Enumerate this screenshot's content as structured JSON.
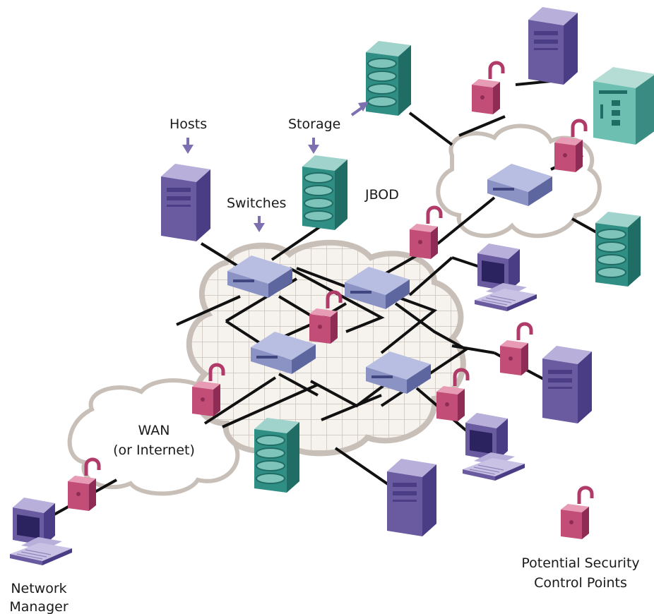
{
  "labels": {
    "hosts": "Hosts",
    "storage": "Storage",
    "switches": "Switches",
    "jbod": "JBOD",
    "wan_line1": "WAN",
    "wan_line2": "(or Internet)",
    "network_manager_line1": "Network",
    "network_manager_line2": "Manager",
    "legend_line1": "Potential Security",
    "legend_line2": "Control Points"
  },
  "colors": {
    "server_purple": "#6a5aa0",
    "storage_teal": "#2f8f84",
    "switch_blue": "#8b92c4",
    "lock_pink": "#c24d77",
    "cloud_grey": "#d8d2cc",
    "line": "#111111",
    "arrow": "#7d6fb0"
  },
  "icons": [
    "server-icon",
    "storage-icon",
    "switch-icon",
    "workstation-icon",
    "padlock-icon",
    "cloud-icon",
    "arrow-icon",
    "appliance-icon"
  ]
}
